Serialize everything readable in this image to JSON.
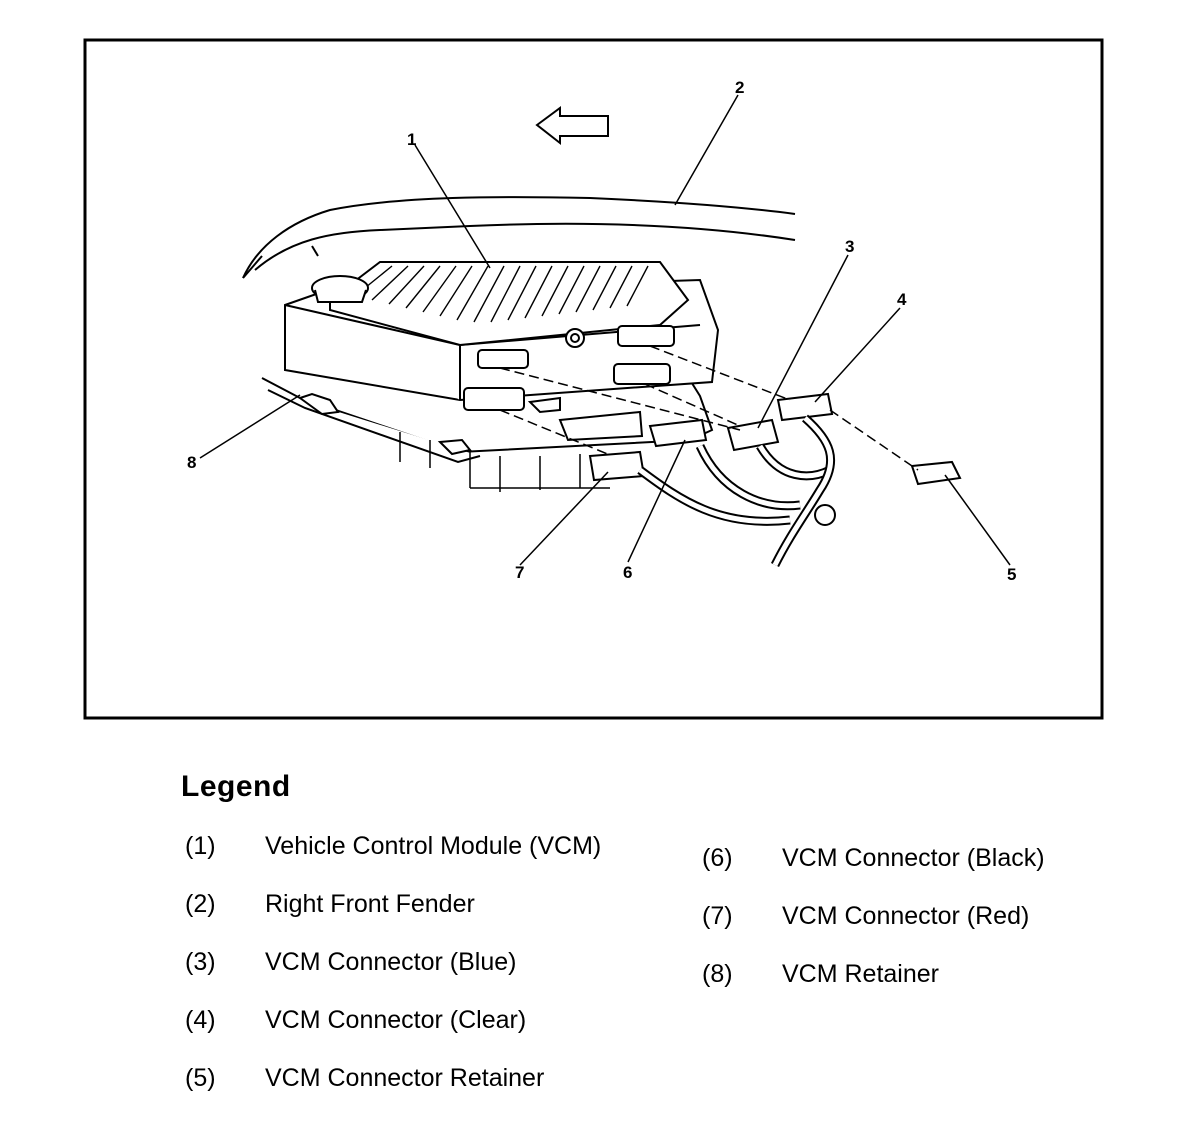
{
  "callouts": [
    "1",
    "2",
    "3",
    "4",
    "5",
    "6",
    "7",
    "8"
  ],
  "legend": {
    "title": "Legend",
    "items": [
      {
        "num": "(1)",
        "label": "Vehicle Control Module (VCM)"
      },
      {
        "num": "(2)",
        "label": "Right Front Fender"
      },
      {
        "num": "(3)",
        "label": "VCM Connector (Blue)"
      },
      {
        "num": "(4)",
        "label": "VCM Connector (Clear)"
      },
      {
        "num": "(5)",
        "label": "VCM Connector Retainer"
      },
      {
        "num": "(6)",
        "label": "VCM Connector (Black)"
      },
      {
        "num": "(7)",
        "label": "VCM Connector (Red)"
      },
      {
        "num": "(8)",
        "label": "VCM Retainer"
      }
    ]
  },
  "colors": {
    "ink": "#000000",
    "paper": "#ffffff"
  },
  "icons": [
    "left-arrow-icon"
  ]
}
